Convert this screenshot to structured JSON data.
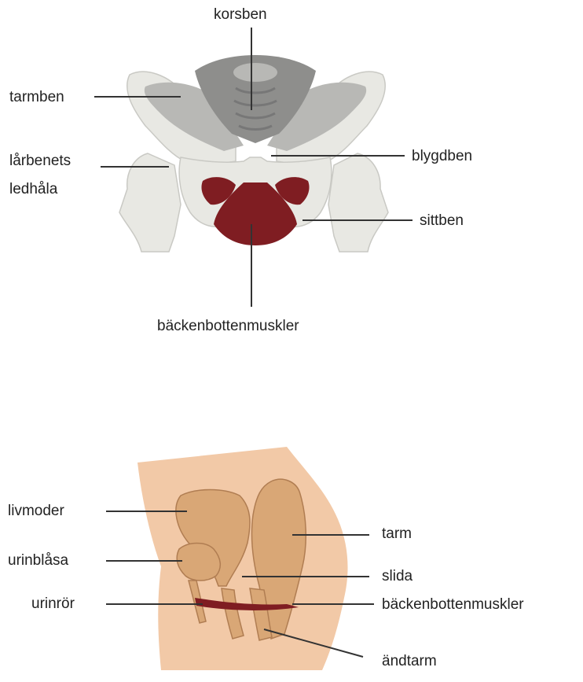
{
  "colors": {
    "bone_light": "#e8e8e3",
    "bone_mid": "#b8b8b5",
    "bone_dark": "#8e8e8c",
    "muscle": "#7f1d22",
    "skin": "#f2c9a7",
    "organ": "#d9a776",
    "organ_outline": "#b07d52",
    "leader": "#333333"
  },
  "pelvis": {
    "labels": {
      "korsben": "korsben",
      "tarmben": "tarmben",
      "larbenets_line1": "lårbenets",
      "larbenets_line2": "ledhåla",
      "blygdben": "blygdben",
      "sittben": "sittben",
      "backenbottenmuskler": "bäckenbottenmuskler"
    }
  },
  "sagittal": {
    "labels": {
      "livmoder": "livmoder",
      "urinblasa": "urinblåsa",
      "urinror": "urinrör",
      "tarm": "tarm",
      "slida": "slida",
      "backenbottenmuskler": "bäckenbottenmuskler",
      "andtarm": "ändtarm"
    }
  }
}
